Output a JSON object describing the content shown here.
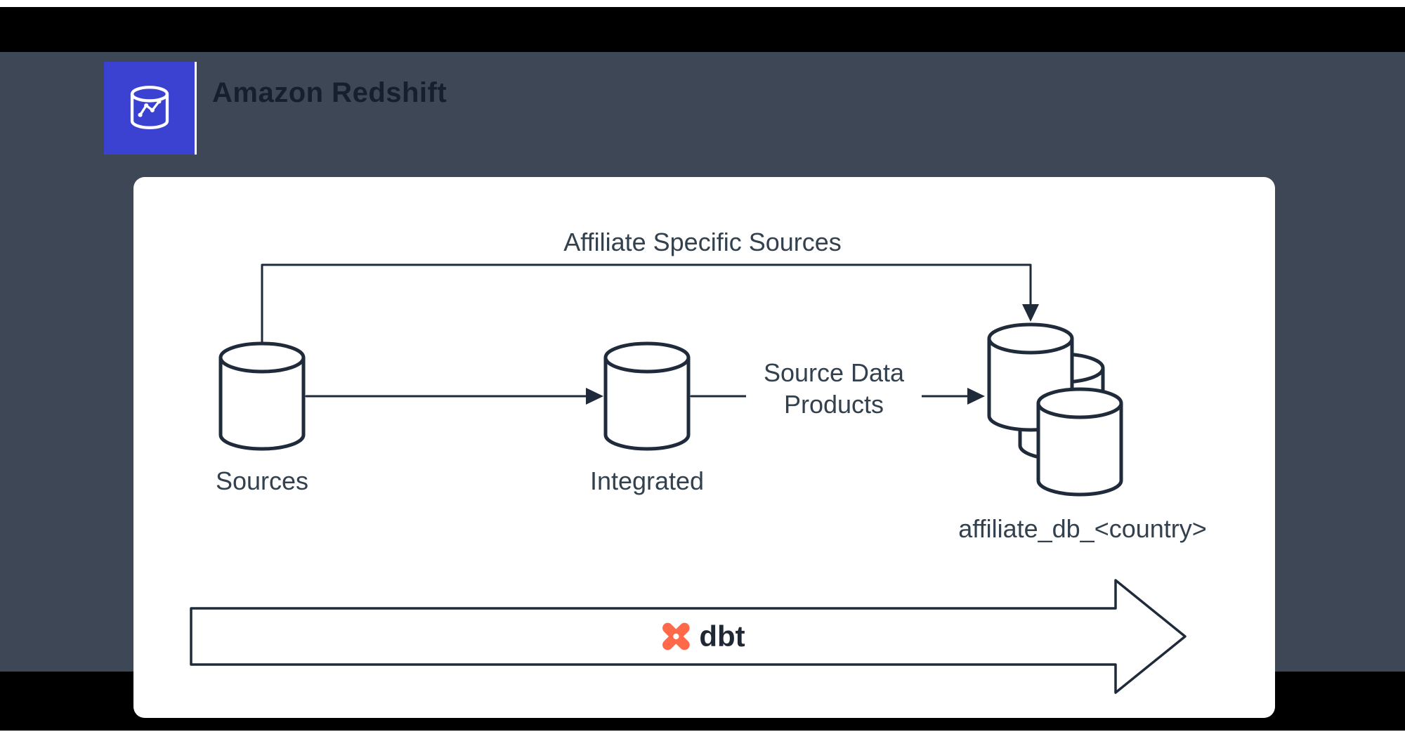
{
  "header": {
    "title": "Amazon Redshift",
    "icon": "redshift-database-icon"
  },
  "colors": {
    "page_background": "#ffffff",
    "dark_background": "#3e4755",
    "black_band": "#000000",
    "panel": "#ffffff",
    "diagram_stroke": "#1f2b3a",
    "label_text": "#33414f",
    "redshift_icon_bg": "#3b41d0",
    "dbt_orange": "#ff694a"
  },
  "diagram": {
    "connector_affiliate": {
      "label": "Affiliate Specific Sources"
    },
    "nodes": {
      "sources": {
        "label": "Sources",
        "icon": "database-cylinder-icon"
      },
      "integrated": {
        "label": "Integrated",
        "icon": "database-cylinder-icon"
      },
      "affiliate_db": {
        "label": "affiliate_db_<country>",
        "icon": "database-stack-icon"
      }
    },
    "edges": {
      "integrated_to_affiliate": {
        "label": "Source Data Products"
      }
    },
    "pipeline": {
      "tool_label": "dbt"
    }
  }
}
